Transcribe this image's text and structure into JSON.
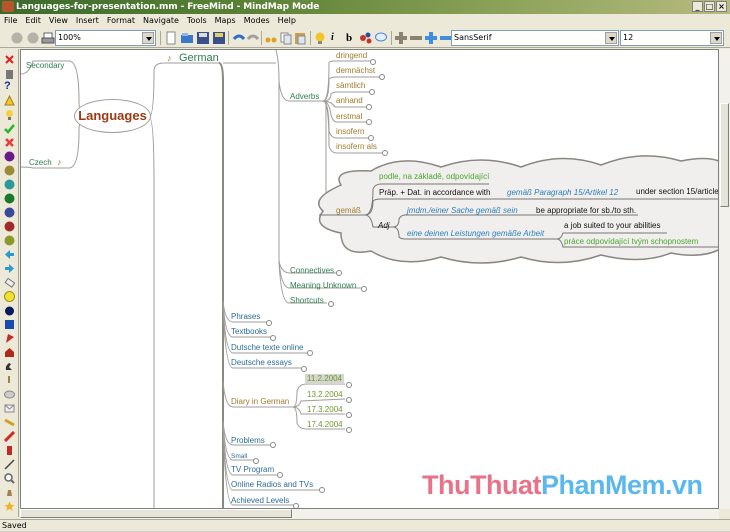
{
  "window": {
    "title": "Languages-for-presentation.mm - FreeMind - MindMap Mode",
    "controls": [
      "_",
      "□",
      "×"
    ]
  },
  "menubar": [
    "File",
    "Edit",
    "View",
    "Insert",
    "Format",
    "Navigate",
    "Tools",
    "Maps",
    "Modes",
    "Help"
  ],
  "toolbar": {
    "zoom_value": "100%",
    "font_family": "SansSerif",
    "font_size": "12",
    "buttons": [
      "back",
      "forward",
      "print",
      "new",
      "open",
      "save",
      "save-as",
      "undo",
      "redo",
      "cut",
      "copy",
      "paste",
      "bulb",
      "italic",
      "bold",
      "cloud",
      "note",
      "zoom-in-plus",
      "zoom-out-minus",
      "expand",
      "collapse"
    ],
    "italic_label": "i",
    "bold_label": "b"
  },
  "iconbar": [
    "remove-last-icon",
    "trash-icon",
    "question-icon",
    "warning-icon",
    "idea-icon",
    "ok-icon",
    "cancel-icon",
    "priority-1-icon",
    "priority-2-icon",
    "priority-3-icon",
    "priority-4-icon",
    "priority-5-icon",
    "priority-6-icon",
    "priority-7-icon",
    "back-icon",
    "forward-icon",
    "attach-icon",
    "smiley-icon",
    "bomb-icon",
    "book-icon",
    "flag-icon",
    "home-icon",
    "phone-icon",
    "music-icon",
    "pencil-mail-icon",
    "mail-icon",
    "key-icon",
    "pen-icon",
    "bell-icon",
    "wand-icon",
    "magnifier-icon",
    "bell2-icon",
    "star-icon",
    "up-icon"
  ],
  "mindmap": {
    "root": "Languages",
    "left": [
      {
        "label": "Secondary"
      },
      {
        "label": "Czech"
      }
    ],
    "german": "German",
    "adverbs": {
      "label": "Adverbs",
      "children": [
        "dringend",
        "demnächst",
        "sämtlich",
        "anhand",
        "erstmal",
        "insofern",
        "insofern als"
      ]
    },
    "gemass": {
      "label": "gemäß",
      "line1": "podle, na základě, odpovídající",
      "prep": "Präp. + Dat. in accordance with",
      "prep_example": "gemäß Paragraph 15/Artikel 12",
      "prep_translation": "under section 15/article",
      "adj": "Adj",
      "adj_ex1": "jmdm./einer Sache gemäß sein",
      "adj_ex1_tr": "be appropriate for sb./to sth.",
      "adj_ex2": "eine deinen Leistungen gemäße Arbeit",
      "adj_ex2_tr1": "a job suited to your abilities",
      "adj_ex2_tr2": "práce odpovídající tvým schopnostem"
    },
    "other_german": [
      "Connectives",
      "Meaning Unknown",
      "Shortcuts"
    ],
    "german_children": [
      "Phrases",
      "Textbooks",
      "Dutsche texte online",
      "Deutsche essays"
    ],
    "diary": {
      "label": "Diary in German",
      "dates": [
        "11.2.2004",
        "13.2.2004",
        "17.3.2004",
        "17.4.2004"
      ]
    },
    "german_children2": [
      "Problems",
      "Small",
      "TV Program",
      "Online Radios and TVs",
      "Achieved Levels"
    ]
  },
  "watermark": {
    "part1": "ThuThuat",
    "part2": "PhanMem.vn"
  },
  "status": "Saved"
}
